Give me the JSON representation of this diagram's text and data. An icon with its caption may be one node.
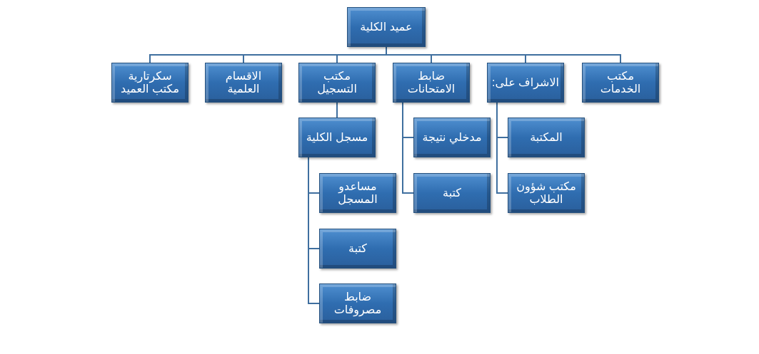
{
  "diagram": {
    "nodes": [
      {
        "text": [
          "عميد الكلية"
        ]
      },
      {
        "text": [
          "سكرتارية مكتب العميد"
        ]
      },
      {
        "text": [
          "الاقسام العلمية"
        ]
      },
      {
        "text": [
          "مكتب التسجيل"
        ]
      },
      {
        "text": [
          "ضابط الامتحانات"
        ]
      },
      {
        "text": [
          "الاشراف على:"
        ]
      },
      {
        "text": [
          "مكتب الخدمات"
        ]
      },
      {
        "text": [
          "مسجل الكلية"
        ]
      },
      {
        "text": [
          "مساعدو المسجل"
        ]
      },
      {
        "text": [
          "كتبة"
        ]
      },
      {
        "text": [
          "ضابط مصروفات"
        ]
      },
      {
        "text": [
          "مدخلي نتيجة"
        ]
      },
      {
        "text": [
          "كتبة"
        ]
      },
      {
        "text": [
          "المكتبة"
        ]
      },
      {
        "text": [
          "مكتب شؤون الطلاب"
        ]
      }
    ],
    "edges": [
      {
        "from": 0,
        "to": 1,
        "arrow": "none"
      },
      {
        "from": 0,
        "to": 2,
        "arrow": "none"
      },
      {
        "from": 0,
        "to": 3,
        "arrow": "none"
      },
      {
        "from": 0,
        "to": 4,
        "arrow": "none"
      },
      {
        "from": 0,
        "to": 5,
        "arrow": "none"
      },
      {
        "from": 0,
        "to": 6,
        "arrow": "none"
      },
      {
        "from": 3,
        "to": 7,
        "arrow": "none"
      },
      {
        "from": 7,
        "to": 8,
        "arrow": "none"
      },
      {
        "from": 7,
        "to": 9,
        "arrow": "none"
      },
      {
        "from": 7,
        "to": 10,
        "arrow": "none"
      },
      {
        "from": 4,
        "to": 11,
        "arrow": "none"
      },
      {
        "from": 4,
        "to": 12,
        "arrow": "none"
      },
      {
        "from": 5,
        "to": 13,
        "arrow": "none"
      },
      {
        "from": 5,
        "to": 14,
        "arrow": "none"
      }
    ]
  }
}
